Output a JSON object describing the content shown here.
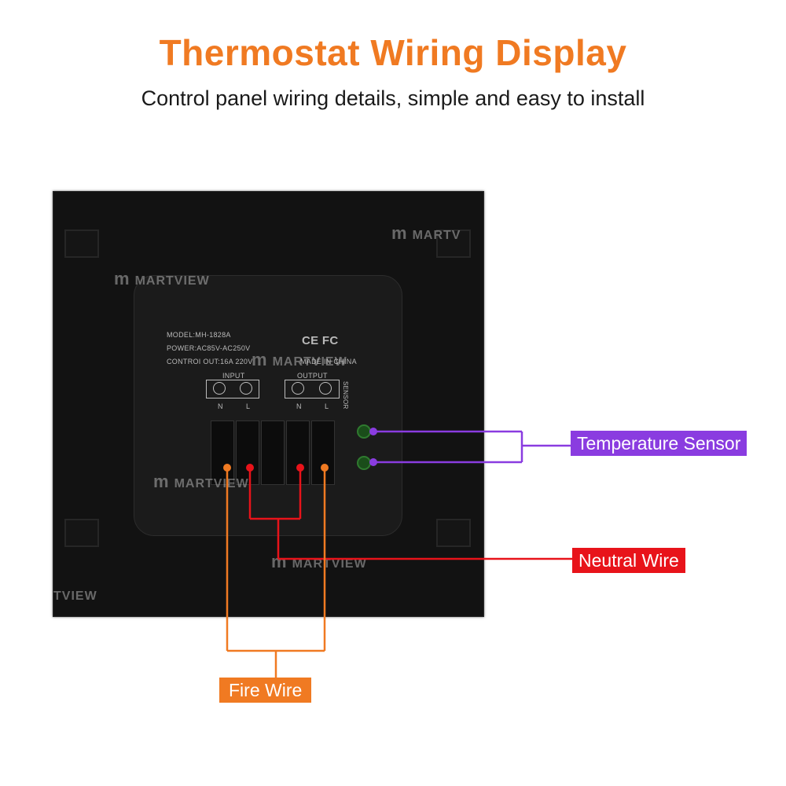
{
  "header": {
    "title": "Thermostat Wiring Display",
    "subtitle": "Control panel wiring details, simple and easy to install"
  },
  "module": {
    "model": "MODEL:MH-1828A",
    "power": "POWER:AC85V-AC250V",
    "control_out": "CONTROI OUT:16A 220V",
    "cert": "CE FC",
    "made_in": "MADE IN CHINA",
    "input_label": "INPUT",
    "output_label": "OUTPUT",
    "sensor_label": "SENSOR",
    "n_label": "N",
    "l_label": "L"
  },
  "watermark": {
    "text": "MARTVIEW",
    "partial_left": "TVIEW",
    "partial_right": "MARTV"
  },
  "labels": {
    "temperature_sensor": "Temperature Sensor",
    "neutral_wire": "Neutral Wire",
    "fire_wire": "Fire Wire"
  },
  "colors": {
    "title": "#f07a22",
    "sensor": "#8a3ce0",
    "neutral": "#e8131a",
    "fire": "#f07a22"
  }
}
